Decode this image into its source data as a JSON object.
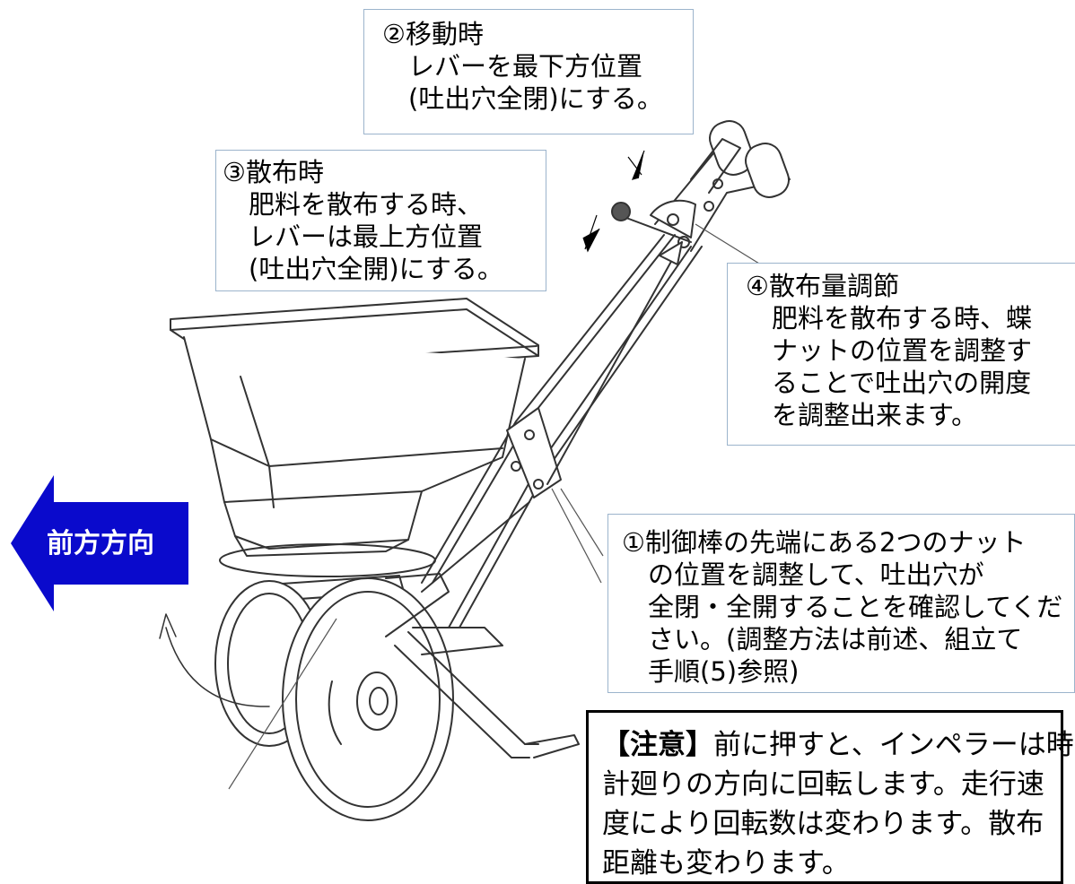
{
  "callouts": {
    "move": {
      "lines": [
        "②移動時",
        "　レバーを最下方位置",
        "　(吐出穴全閉)にする。"
      ]
    },
    "spread": {
      "lines": [
        "③散布時",
        "　肥料を散布する時、",
        "　レバーは最上方位置",
        "　(吐出穴全開)にする。"
      ]
    },
    "adjust": {
      "lines": [
        "④散布量調節",
        "　肥料を散布する時、蝶",
        "　ナットの位置を調整す",
        "　ることで吐出穴の開度",
        "　を調整出来ます。"
      ]
    },
    "rod": {
      "lines": [
        "①制御棒の先端にある2つのナット",
        "　の位置を調整して、吐出穴が",
        "　全閉・全開することを確認してくだ",
        "　さい。(調整方法は前述、組立て",
        "　手順(5)参照)"
      ]
    },
    "caution": {
      "heading": "【注意】",
      "line1_rest": "前に押すと、インペラーは時",
      "lines": [
        "計廻りの方向に回転します。走行速",
        "度により回転数は変わります。散布",
        "距離も変わります。"
      ]
    }
  },
  "direction_arrow": {
    "label": "前方方向",
    "fill_color": "#0a0acc",
    "text_color": "#ffffff"
  },
  "colors": {
    "callout_border": "#9cb4cc",
    "caution_border": "#000000",
    "drawing_stroke": "#333333"
  }
}
